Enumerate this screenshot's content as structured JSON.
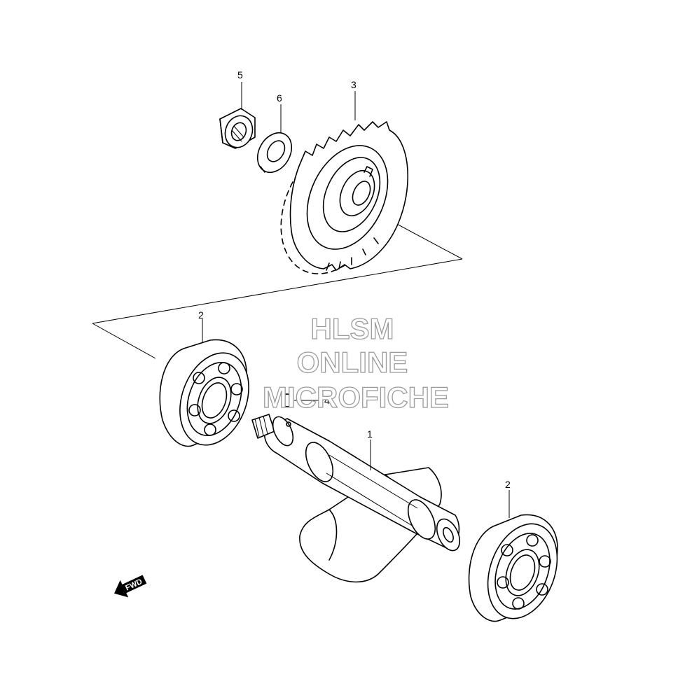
{
  "diagram": {
    "callouts": {
      "p1": "1",
      "p2a": "2",
      "p2b": "2",
      "p3": "3",
      "p4": "4",
      "p5": "5",
      "p6": "6"
    },
    "watermark": {
      "line1": "HLSM",
      "line2": "ONLINE",
      "line3": "MICROFICHE"
    },
    "fwd_label": "FWD"
  }
}
